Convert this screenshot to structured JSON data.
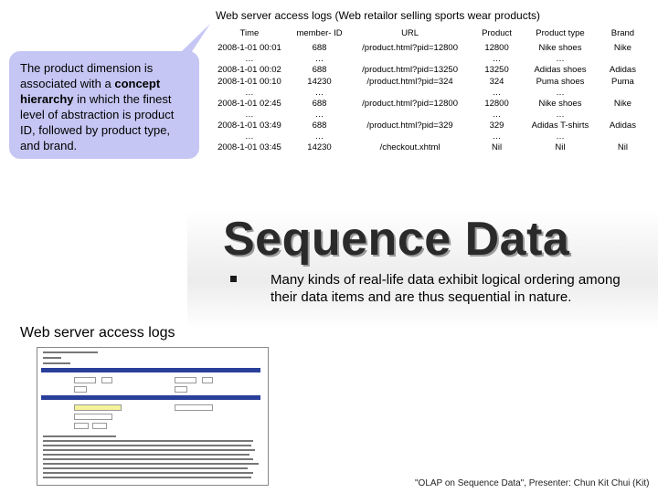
{
  "table": {
    "title": "Web server access logs (Web retailor selling sports wear products)",
    "headers": [
      "Time",
      "member- ID",
      "URL",
      "Product",
      "Product type",
      "Brand"
    ],
    "rows": [
      [
        "2008-1-01 00:01",
        "688",
        "/product.html?pid=12800",
        "12800",
        "Nike shoes",
        "Nike"
      ],
      [
        "…",
        "…",
        "",
        "…",
        "…",
        ""
      ],
      [
        "2008-1-01 00:02",
        "688",
        "/product.html?pid=13250",
        "13250",
        "Adidas shoes",
        "Adidas"
      ],
      [
        "2008-1-01 00:10",
        "14230",
        "/product.html?pid=324",
        "324",
        "Puma shoes",
        "Puma"
      ],
      [
        "…",
        "…",
        "",
        "…",
        "…",
        ""
      ],
      [
        "2008-1-01 02:45",
        "688",
        "/product.html?pid=12800",
        "12800",
        "Nike shoes",
        "Nike"
      ],
      [
        "…",
        "…",
        "",
        "…",
        "…",
        ""
      ],
      [
        "2008-1-01 03:49",
        "688",
        "/product.html?pid=329",
        "329",
        "Adidas T-shirts",
        "Adidas"
      ],
      [
        "…",
        "…",
        "",
        "…",
        "…",
        ""
      ],
      [
        "2008-1-01 03:45",
        "14230",
        "/checkout.xhtml",
        "Nil",
        "Nil",
        "Nil"
      ]
    ]
  },
  "callout": {
    "pre": "The product dimension is associated with a ",
    "bold": "concept hierarchy",
    "post": " in which the finest level of abstraction is product ID, followed by product type, and brand."
  },
  "heading": "Sequence Data",
  "bullet": "Many kinds of real-life data exhibit logical ordering among their data items and are thus sequential in nature.",
  "section_label": "Web server access logs",
  "footer": "\"OLAP on Sequence Data\", Presenter: Chun Kit Chui (Kit)",
  "colors": {
    "callout_bg": "#c6c6f4",
    "screenshot_bar": "#2a3f9a"
  }
}
